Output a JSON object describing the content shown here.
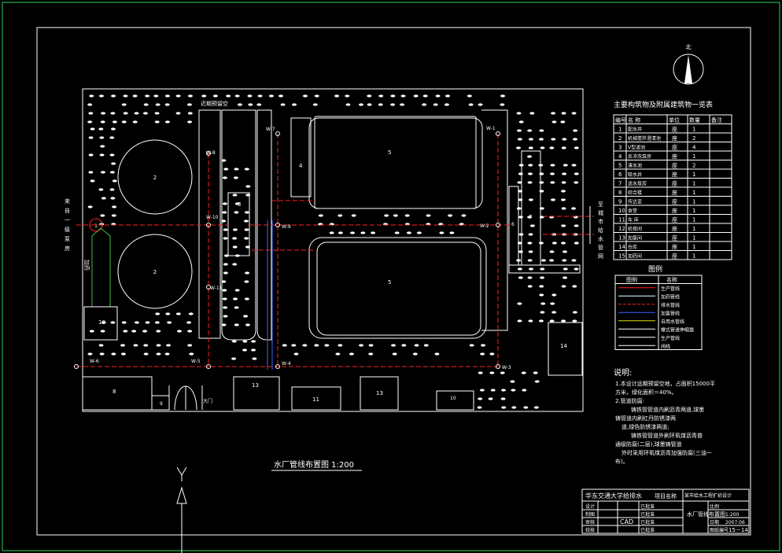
{
  "drawing": {
    "north_label": "北",
    "plan_title": "水厂管线布置图 1:200",
    "left_inlet_label": "来自一级泵房",
    "right_outlet_label": "至城市给水管网",
    "overflow_label": "加药",
    "top_label_clarifier": "近期预留空",
    "gate_label": "大门",
    "pipe_tags": [
      "W-1",
      "W-2",
      "W-3",
      "W-4",
      "W-5",
      "W-6",
      "W-7",
      "W-8",
      "W-9",
      "W-10",
      "W-11"
    ],
    "numbers": {
      "n1": "1",
      "n2a": "2",
      "n2b": "2",
      "n3": "3",
      "n4": "4",
      "n5a": "5",
      "n5b": "5",
      "n6": "6",
      "n7": "7",
      "n8": "8",
      "n9": "9",
      "n10a": "10",
      "n10b": "10",
      "n11": "11",
      "n12": "12",
      "n13a": "13",
      "n13b": "13",
      "n14": "14"
    }
  },
  "table": {
    "title": "主要构筑物及附属建筑物一览表",
    "headers": [
      "编号",
      "名 称",
      "单位",
      "数量",
      "备注"
    ],
    "rows": [
      [
        "1",
        "配水井",
        "座",
        "1",
        ""
      ],
      [
        "2",
        "机械搅拌澄清池",
        "座",
        "2",
        ""
      ],
      [
        "3",
        "V型滤池",
        "座",
        "4",
        ""
      ],
      [
        "4",
        "反冲洗泵房",
        "座",
        "1",
        ""
      ],
      [
        "5",
        "清水池",
        "座",
        "2",
        ""
      ],
      [
        "6",
        "吸水井",
        "座",
        "1",
        ""
      ],
      [
        "7",
        "送水泵房",
        "座",
        "1",
        ""
      ],
      [
        "8",
        "综合楼",
        "座",
        "1",
        ""
      ],
      [
        "9",
        "传达室",
        "座",
        "1",
        ""
      ],
      [
        "10",
        "食堂",
        "座",
        "1",
        ""
      ],
      [
        "11",
        "车 库",
        "座",
        "1",
        ""
      ],
      [
        "12",
        "机修间",
        "座",
        "1",
        ""
      ],
      [
        "13",
        "加氯间",
        "座",
        "1",
        ""
      ],
      [
        "14",
        "仓库",
        "座",
        "1",
        ""
      ],
      [
        "15",
        "加药间",
        "座",
        "1",
        ""
      ]
    ]
  },
  "legend": {
    "title": "图例",
    "headers": [
      "图例",
      "名称"
    ],
    "items": [
      {
        "name": "生产管线",
        "color": "#ff2020"
      },
      {
        "name": "加药管线",
        "color": "#ffffff"
      },
      {
        "name": "排水管线",
        "color": "#ff2020"
      },
      {
        "name": "加氯管线",
        "color": "#4060ff"
      },
      {
        "name": "自用水管线",
        "color": "#e0e000"
      },
      {
        "name": "蝶式管道伸缩器",
        "color": "#ffffff"
      },
      {
        "name": "生产管线",
        "color": "#ffffff"
      },
      {
        "name": "阀线",
        "color": "#ffffff"
      }
    ]
  },
  "notes": {
    "title": "说明:",
    "lines": [
      "1.本设计远期预留空地，占面积15000平",
      "方米，绿化面积＝40%。",
      "2.管道防腐:",
      "铸铁管管道内刷沥青两道,球墨",
      "铸管道内刷红丹防锈漆两",
      "道,绿色防锈漆两道;",
      "铸铁管管道外刷环氧煤沥青普",
      "通级防腐(二层),球墨铸管道",
      "外时采用环氧煤沥青加强防腐(三油一",
      "布)。"
    ]
  },
  "titleblock": {
    "school": "华东交通大学给排水",
    "project_label": "项目名称",
    "project_name": "某市给水工程扩初设计",
    "drawing_name": "水厂管线布置图",
    "roles": [
      "设计",
      "制图",
      "审核",
      "校核"
    ],
    "status": "已批准",
    "cad": "CAD",
    "scale_label": "比例",
    "scale": "1:200",
    "date_label": "日期",
    "date": "2007.06",
    "sheet_label": "图纸编号",
    "sheet": "15－14"
  },
  "colors": {
    "production": "#ff2020",
    "chlorine": "#4060ff",
    "selfuse": "#e0e000",
    "dosing": "#40c040",
    "border": "#00d060"
  }
}
